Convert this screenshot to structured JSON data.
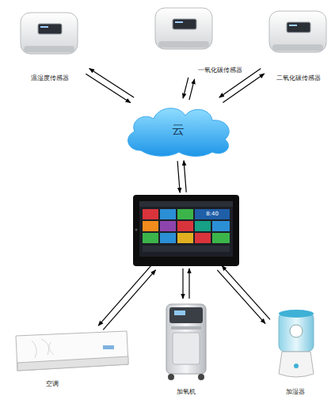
{
  "diagram": {
    "nodes": [
      {
        "text": [
          "温湿度传感器"
        ]
      },
      {
        "text": [
          "一氧化碳传感器"
        ]
      },
      {
        "text": [
          "二氧化碳传感器"
        ]
      },
      {
        "text": [
          "云"
        ]
      },
      {
        "text": [
          "8:40"
        ]
      },
      {
        "text": [
          "空调"
        ]
      },
      {
        "text": [
          "加氧机"
        ]
      },
      {
        "text": [
          "加湿器"
        ]
      }
    ],
    "edges": [
      {
        "from": 0,
        "to": 3,
        "arrow": "to"
      },
      {
        "from": 3,
        "to": 0,
        "arrow": "to"
      },
      {
        "from": 1,
        "to": 3,
        "arrow": "to"
      },
      {
        "from": 3,
        "to": 1,
        "arrow": "to"
      },
      {
        "from": 2,
        "to": 3,
        "arrow": "to"
      },
      {
        "from": 3,
        "to": 2,
        "arrow": "to"
      },
      {
        "from": 3,
        "to": 4,
        "arrow": "to"
      },
      {
        "from": 4,
        "to": 3,
        "arrow": "to"
      },
      {
        "from": 4,
        "to": 5,
        "arrow": "to"
      },
      {
        "from": 5,
        "to": 4,
        "arrow": "to"
      },
      {
        "from": 4,
        "to": 6,
        "arrow": "to"
      },
      {
        "from": 6,
        "to": 4,
        "arrow": "to"
      },
      {
        "from": 4,
        "to": 7,
        "arrow": "to"
      },
      {
        "from": 7,
        "to": 4,
        "arrow": "to"
      }
    ]
  }
}
